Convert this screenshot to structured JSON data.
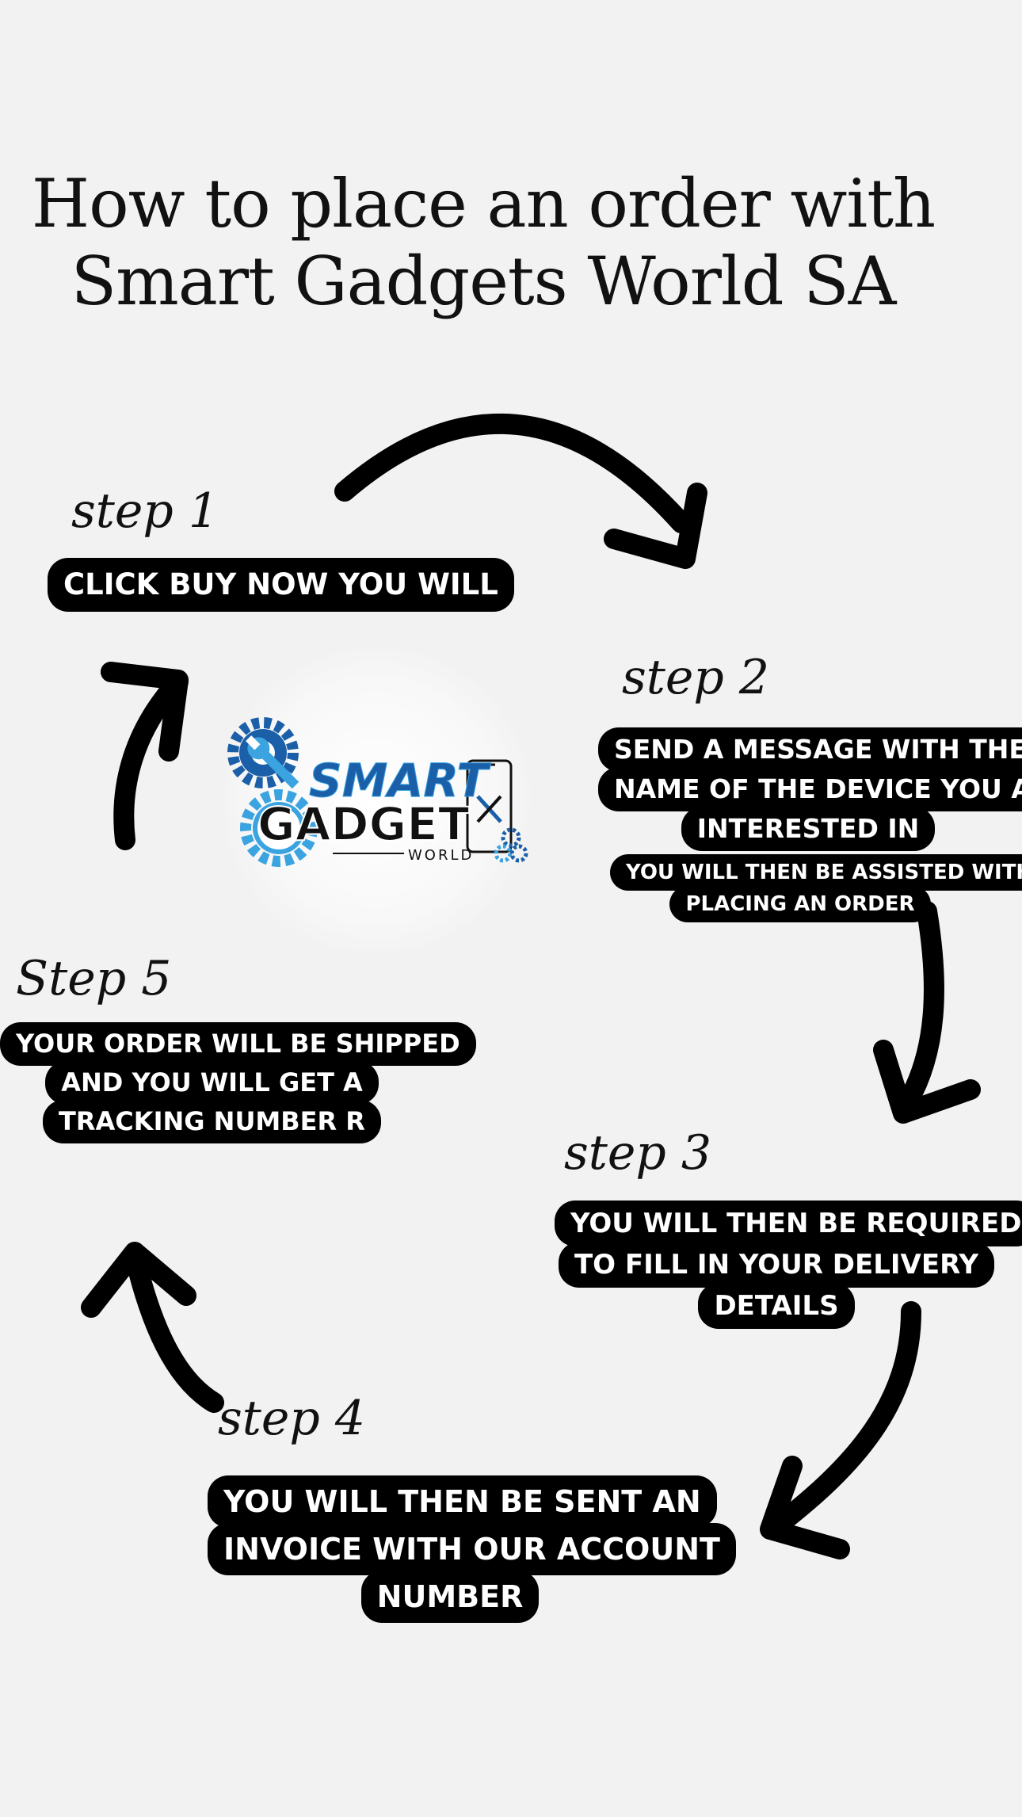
{
  "title": {
    "line1": "How to place an order with",
    "line2": "Smart Gadgets World SA"
  },
  "steps": {
    "step1": {
      "label": "step 1",
      "lines": [
        "CLICK BUY NOW YOU WILL"
      ]
    },
    "step2": {
      "label": "step 2",
      "lines": [
        "SEND A MESSAGE WITH THE",
        "NAME OF THE DEVICE YOU ARE",
        "INTERESTED IN"
      ],
      "sub_lines": [
        "YOU WILL THEN BE ASSISTED WITH",
        "PLACING AN ORDER"
      ]
    },
    "step3": {
      "label": "step 3",
      "lines": [
        "YOU WILL THEN BE REQUIRED",
        "TO FILL IN YOUR DELIVERY",
        "DETAILS"
      ]
    },
    "step4": {
      "label": "step 4",
      "lines": [
        "YOU WILL THEN BE SENT AN",
        "INVOICE WITH OUR ACCOUNT",
        "NUMBER"
      ]
    },
    "step5": {
      "label": "Step 5",
      "lines": [
        "YOUR ORDER WILL BE SHIPPED",
        "AND YOU WILL GET A",
        "TRACKING NUMBER R"
      ]
    }
  },
  "logo": {
    "line1": "SMART",
    "line2": "GADGET",
    "line3": "WORLD",
    "colors": {
      "blue_dark": "#1a5fa8",
      "blue_light": "#3aa3e0",
      "black": "#111111"
    }
  },
  "colors": {
    "background": "#f2f2f2",
    "pill": "#000000",
    "pill_text": "#ffffff",
    "text": "#111111"
  }
}
